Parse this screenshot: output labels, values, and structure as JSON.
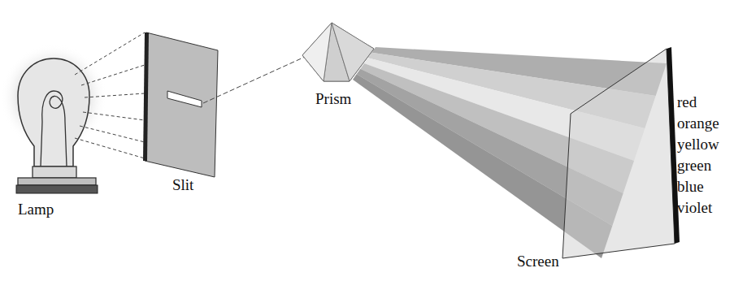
{
  "diagram": {
    "labels": [
      "Lamp",
      "Slit",
      "Prism",
      "Screen",
      "red",
      "orange",
      "yellow",
      "green",
      "blue",
      "violet"
    ]
  }
}
